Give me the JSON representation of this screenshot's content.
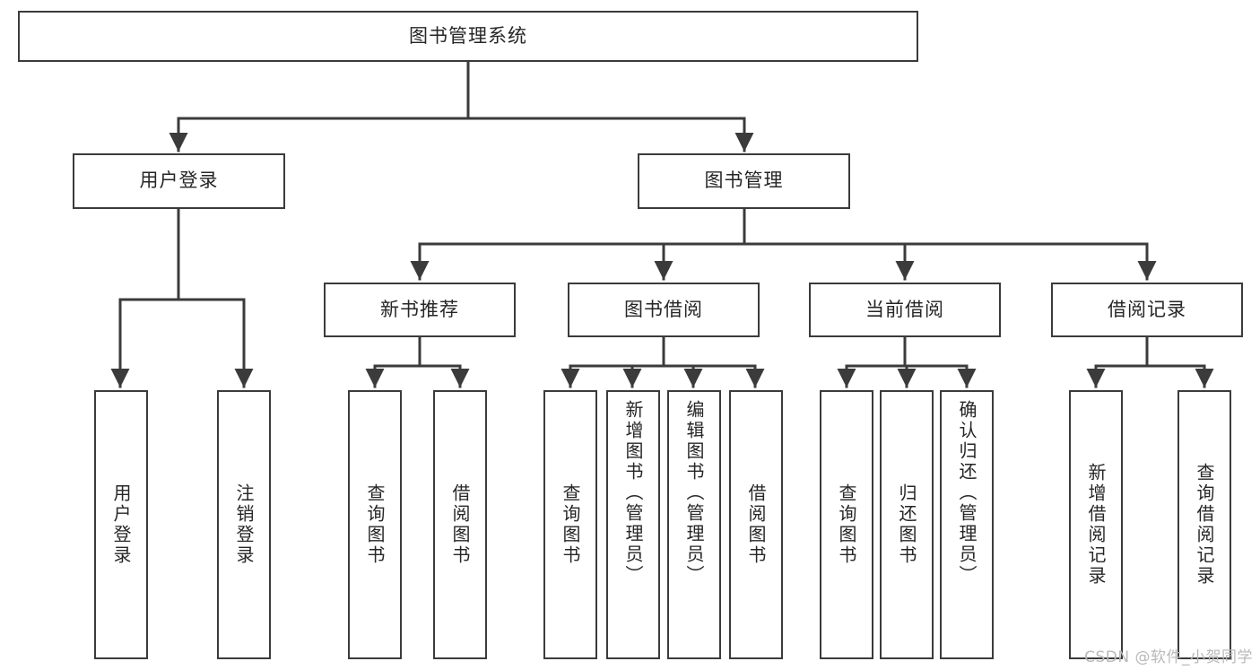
{
  "diagram": {
    "type": "tree-hierarchy",
    "title": "图书管理系统",
    "watermark": "CSDN @软件_小贺同学",
    "colors": {
      "stroke": "#3b3b3b",
      "fill": "#ffffff",
      "text": "#262626",
      "watermark": "#b9b9b9",
      "background": "#ffffff"
    },
    "nodes": {
      "root": {
        "label": "图书管理系统"
      },
      "level2": [
        {
          "id": "user-login",
          "label": "用户登录"
        },
        {
          "id": "book-manage",
          "label": "图书管理"
        }
      ],
      "level3": [
        {
          "id": "new-book-recommend",
          "label": "新书推荐"
        },
        {
          "id": "book-borrow",
          "label": "图书借阅"
        },
        {
          "id": "current-borrow",
          "label": "当前借阅"
        },
        {
          "id": "borrow-record",
          "label": "借阅记录"
        }
      ],
      "leaves": {
        "user_login": [
          {
            "id": "leaf-user-login",
            "label": "用户登录"
          },
          {
            "id": "leaf-logout",
            "label": "注销登录"
          }
        ],
        "new_book_recommend": [
          {
            "id": "leaf-query-book-1",
            "label": "查询图书"
          },
          {
            "id": "leaf-borrow-book-1",
            "label": "借阅图书"
          }
        ],
        "book_borrow": [
          {
            "id": "leaf-query-book-2",
            "label": "查询图书"
          },
          {
            "id": "leaf-add-book",
            "label": "新增图书（管理员）"
          },
          {
            "id": "leaf-edit-book",
            "label": "编辑图书（管理员）"
          },
          {
            "id": "leaf-borrow-book-2",
            "label": "借阅图书"
          }
        ],
        "current_borrow": [
          {
            "id": "leaf-query-book-3",
            "label": "查询图书"
          },
          {
            "id": "leaf-return-book",
            "label": "归还图书"
          },
          {
            "id": "leaf-confirm-return",
            "label": "确认归还（管理员）"
          }
        ],
        "borrow_record": [
          {
            "id": "leaf-add-record",
            "label": "新增借阅记录"
          },
          {
            "id": "leaf-query-record",
            "label": "查询借阅记录"
          }
        ]
      }
    },
    "edges": [
      {
        "from": "图书管理系统",
        "to": "用户登录"
      },
      {
        "from": "图书管理系统",
        "to": "图书管理"
      },
      {
        "from": "用户登录",
        "to": "用户登录"
      },
      {
        "from": "用户登录",
        "to": "注销登录"
      },
      {
        "from": "图书管理",
        "to": "新书推荐"
      },
      {
        "from": "图书管理",
        "to": "图书借阅"
      },
      {
        "from": "图书管理",
        "to": "当前借阅"
      },
      {
        "from": "图书管理",
        "to": "借阅记录"
      },
      {
        "from": "新书推荐",
        "to": "查询图书"
      },
      {
        "from": "新书推荐",
        "to": "借阅图书"
      },
      {
        "from": "图书借阅",
        "to": "查询图书"
      },
      {
        "from": "图书借阅",
        "to": "新增图书（管理员）"
      },
      {
        "from": "图书借阅",
        "to": "编辑图书（管理员）"
      },
      {
        "from": "图书借阅",
        "to": "借阅图书"
      },
      {
        "from": "当前借阅",
        "to": "查询图书"
      },
      {
        "from": "当前借阅",
        "to": "归还图书"
      },
      {
        "from": "当前借阅",
        "to": "确认归还（管理员）"
      },
      {
        "from": "借阅记录",
        "to": "新增借阅记录"
      },
      {
        "from": "借阅记录",
        "to": "查询借阅记录"
      }
    ]
  }
}
